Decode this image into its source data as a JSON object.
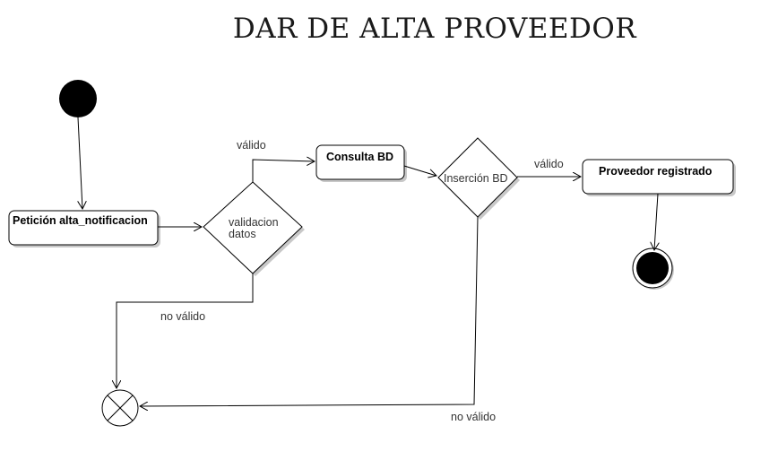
{
  "title": "DAR DE ALTA PROVEEDOR",
  "nodes": {
    "peticion": "Petición alta_notificacion",
    "validacion_line1": "validacion",
    "validacion_line2": "datos",
    "consulta": "Consulta BD",
    "insercion": "Inserción BD",
    "registrado": "Proveedor registrado"
  },
  "edges": {
    "validacion_valido": "válido",
    "validacion_no_valido": "no válido",
    "insercion_valido": "válido",
    "insercion_no_valido": "no válido"
  }
}
